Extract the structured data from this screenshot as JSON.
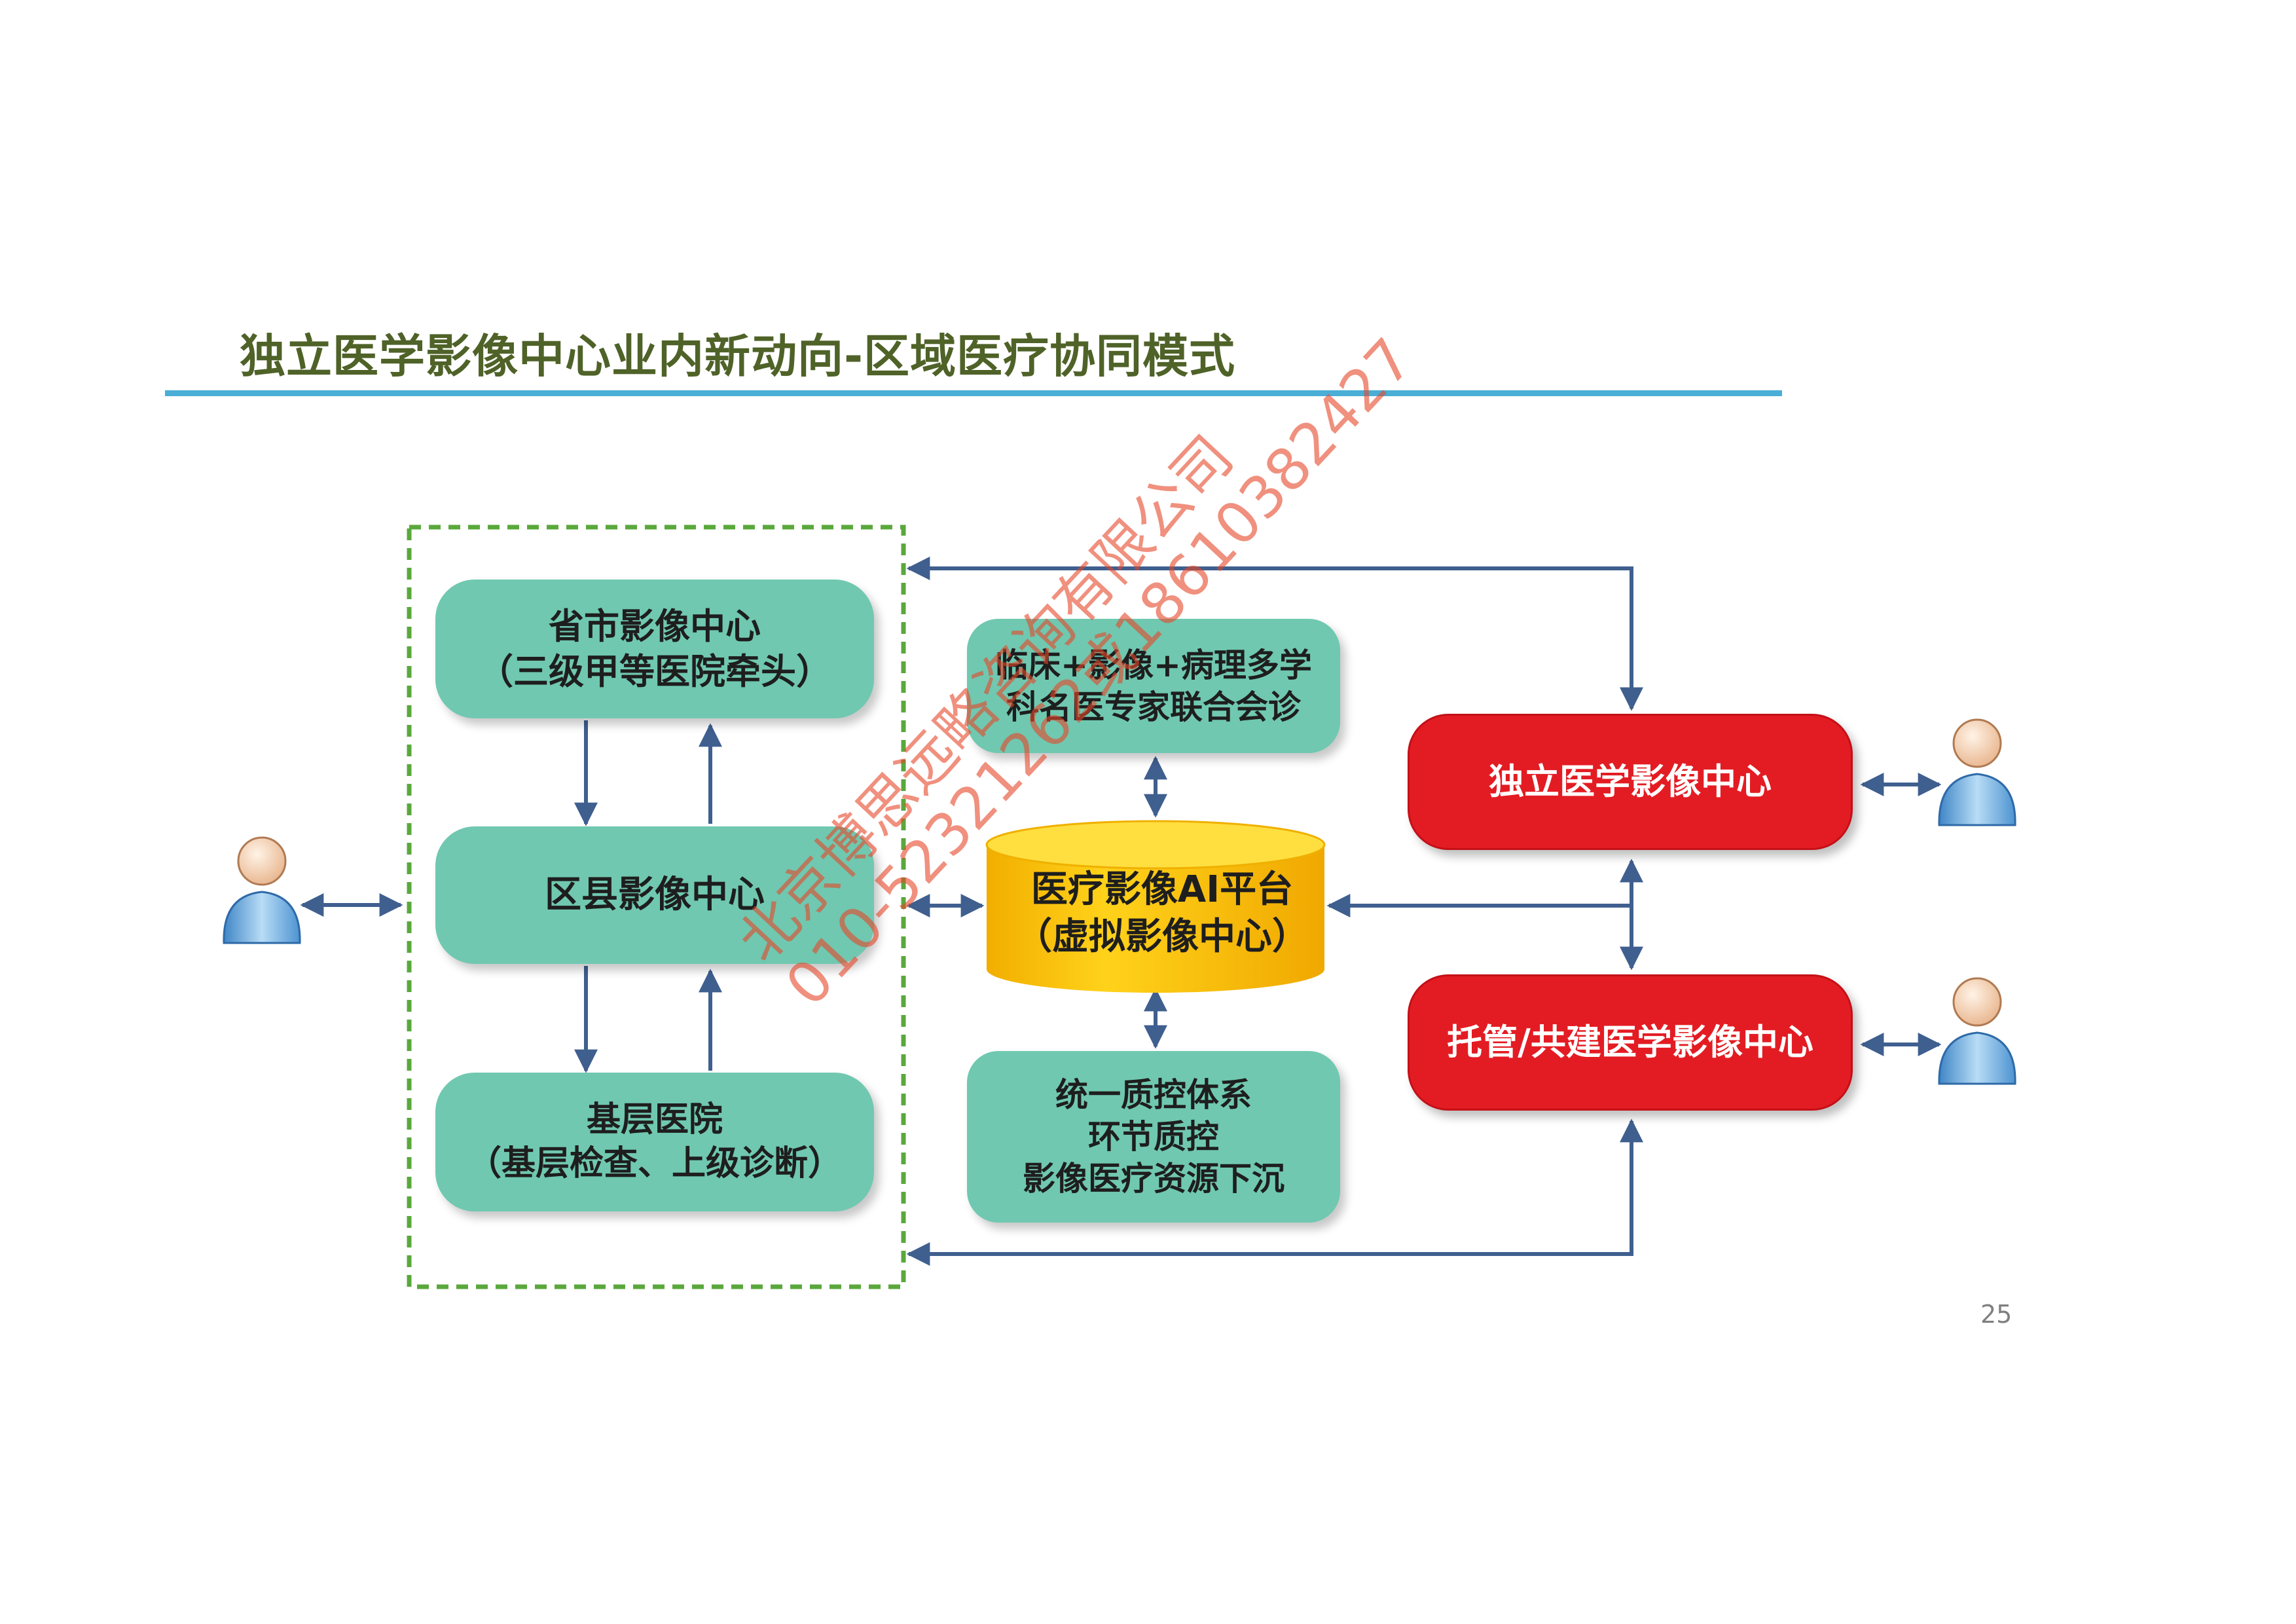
{
  "title": "独立医学影像中心业内新动向-区域医疗协同模式",
  "page_number": "25",
  "left_group": {
    "provincial": "省市影像中心\n（三级甲等医院牵头）",
    "county": "区县影像中心",
    "primary": "基层医院\n（基层检查、上级诊断）"
  },
  "center": {
    "consultation": "临床+影像+病理多学\n科名医专家联合会诊",
    "platform": "医疗影像AI平台\n（虚拟影像中心）",
    "quality": "统一质控体系\n环节质控\n影像医疗资源下沉"
  },
  "right": {
    "independent_center": "独立医学影像中心",
    "managed_center": "托管/共建医学影像中心"
  },
  "watermark": {
    "line1": "北京博思远略咨询有限公司",
    "line2": "010-52321262或18610382427"
  },
  "colors": {
    "title": "#4f6228",
    "rule": "#4aaed6",
    "green_box": "#70c8b0",
    "red_box": "#e31c23",
    "cylinder": "#ffc000",
    "arrow": "#3f5f8f",
    "dashed_border": "#5aa83c"
  },
  "icons": [
    "user-icon-left",
    "user-icon-right-top",
    "user-icon-right-bottom"
  ]
}
